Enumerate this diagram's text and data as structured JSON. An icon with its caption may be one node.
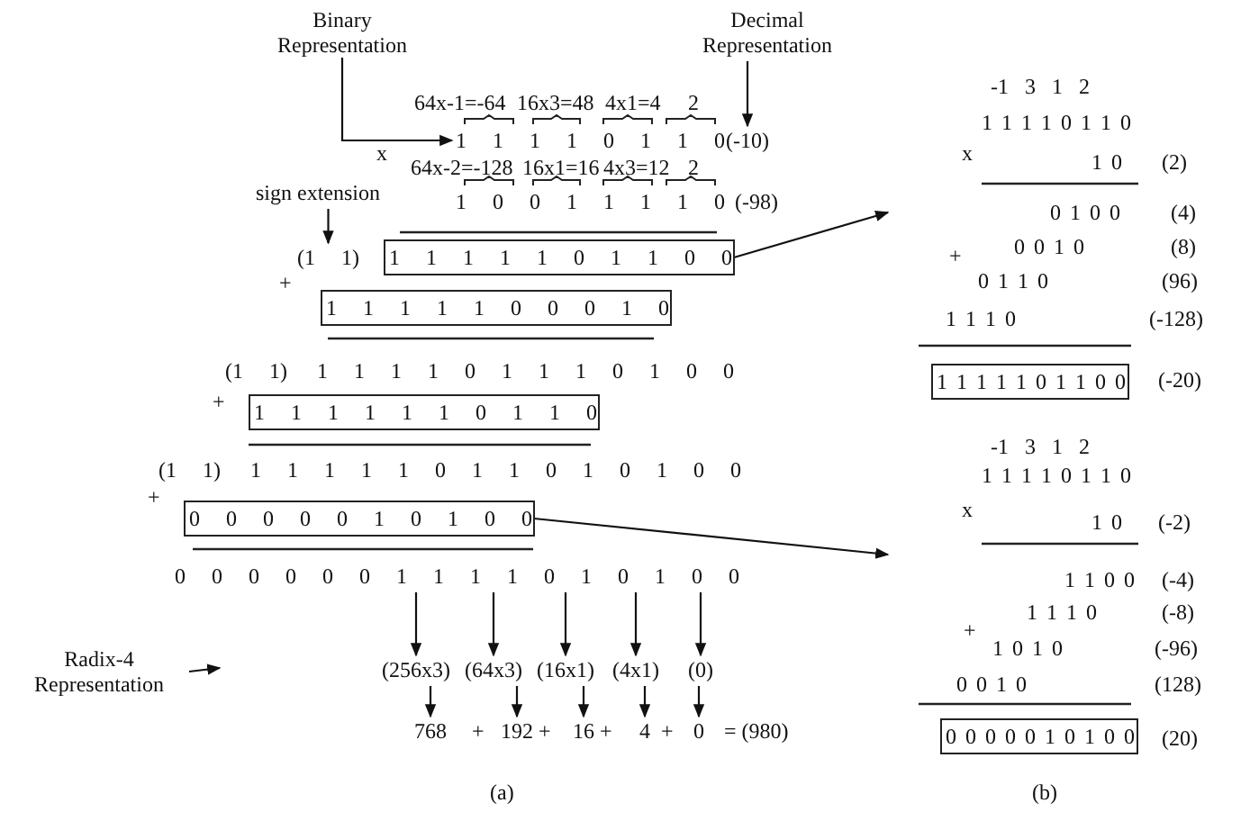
{
  "diagram": {
    "nodes": [
      {
        "text": [
          "Binary Representation"
        ]
      },
      {
        "text": [
          "Decimal Representation"
        ]
      },
      {
        "text": [
          "1 1 1 1 0 1 1 0"
        ]
      },
      {
        "text": [
          "(-10)"
        ]
      },
      {
        "text": [
          "sign extension"
        ]
      },
      {
        "text": [
          "(1 1)"
        ]
      },
      {
        "text": [
          "1 1 1 1 1 0 1 1 0 0"
        ]
      },
      {
        "text": [
          "1 1 1 1 1 0 0 0 1 0"
        ]
      },
      {
        "text": [
          "1 1 1 1 1 1 0 1 1 0"
        ]
      },
      {
        "text": [
          "0 0 0 0 0 1 0 1 0 0"
        ]
      },
      {
        "text": [
          "0 0 0 0 0 0 1 1 1 1 0 1 0 1 0 0"
        ]
      },
      {
        "text": [
          "Radix-4 Representation"
        ]
      },
      {
        "text": [
          "(256x3)"
        ]
      },
      {
        "text": [
          "(64x3)"
        ]
      },
      {
        "text": [
          "(16x1)"
        ]
      },
      {
        "text": [
          "(4x1)"
        ]
      },
      {
        "text": [
          "(0)"
        ]
      },
      {
        "text": [
          "768"
        ]
      },
      {
        "text": [
          "192"
        ]
      },
      {
        "text": [
          "16"
        ]
      },
      {
        "text": [
          "4"
        ]
      },
      {
        "text": [
          "0"
        ]
      },
      {
        "text": [
          "1 1 1 1 1 0 1 1 0 0"
        ]
      },
      {
        "text": [
          "0 0 0 0 0 1 0 1 0 0"
        ]
      }
    ],
    "edges": [
      {
        "from": 0,
        "to": 2,
        "arrow": "to"
      },
      {
        "from": 1,
        "to": 3,
        "arrow": "to"
      },
      {
        "from": 4,
        "to": 5,
        "arrow": "to"
      },
      {
        "from": 6,
        "to": null,
        "arrow": "to"
      },
      {
        "from": 9,
        "to": null,
        "arrow": "to"
      },
      {
        "from": 11,
        "to": null,
        "arrow": "to"
      },
      {
        "from": 10,
        "to": 12,
        "arrow": "to"
      },
      {
        "from": 10,
        "to": 13,
        "arrow": "to"
      },
      {
        "from": 10,
        "to": 14,
        "arrow": "to"
      },
      {
        "from": 10,
        "to": 15,
        "arrow": "to"
      },
      {
        "from": 10,
        "to": 16,
        "arrow": "to"
      },
      {
        "from": 12,
        "to": 17,
        "arrow": "to"
      },
      {
        "from": 13,
        "to": 18,
        "arrow": "to"
      },
      {
        "from": 14,
        "to": 19,
        "arrow": "to"
      },
      {
        "from": 15,
        "to": 20,
        "arrow": "to"
      },
      {
        "from": 16,
        "to": 21,
        "arrow": "to"
      }
    ],
    "labels": [
      "64x-1=-64",
      "16x3=48",
      "4x1=4",
      "2",
      "x",
      "64x-2=-128",
      "16x1=16",
      "4x3=12",
      "2",
      "1 0 0 1 1 1 1 0",
      "(-98)",
      "+",
      "(1 1)",
      "1 1 1 1 0 1 1 1 0 1 0 0",
      "+",
      "(1 1)",
      "1 1 1 1 1 0 1 1 0 1 0 1 0 0",
      "+",
      "+",
      "+",
      "+",
      "+",
      "= (980)",
      "-1 3 1 2",
      "1 1 1 1 0 1 1 0",
      "x",
      "1 0",
      "(2)",
      "0 1 0 0",
      "(4)",
      "+",
      "0 0 1 0",
      "(8)",
      "0 1 1 0",
      "(96)",
      "1 1 1 0",
      "(-128)",
      "(-20)",
      "-1 3 1 2",
      "1 1 1 1 0 1 1 0",
      "x",
      "1 0",
      "(-2)",
      "1 1 0 0",
      "(-4)",
      "1 1 1 0",
      "(-8)",
      "+",
      "1 0 1 0",
      "(-96)",
      "0 0 1 0",
      "(128)",
      "(20)",
      "(a)",
      "(b)"
    ]
  }
}
